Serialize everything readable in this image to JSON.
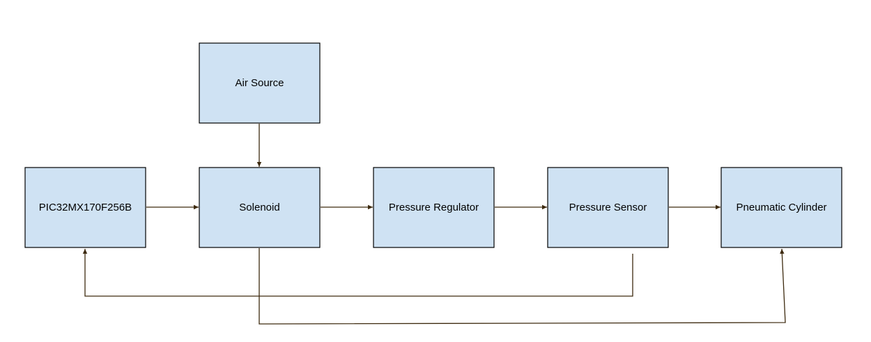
{
  "colors": {
    "block_fill": "#cfe2f3",
    "block_border": "#000000",
    "connector": "#3d2a0f",
    "background": "#ffffff"
  },
  "blocks": {
    "air_source": "Air Source",
    "pic": "PIC32MX170F256B",
    "solenoid": "Solenoid",
    "pressure_regulator": "Pressure Regulator",
    "pressure_sensor": "Pressure Sensor",
    "pneumatic_cylinder": "Pneumatic Cylinder"
  },
  "connections": [
    {
      "from": "air_source",
      "to": "solenoid"
    },
    {
      "from": "pic",
      "to": "solenoid"
    },
    {
      "from": "solenoid",
      "to": "pressure_regulator"
    },
    {
      "from": "pressure_regulator",
      "to": "pressure_sensor"
    },
    {
      "from": "pressure_sensor",
      "to": "pneumatic_cylinder"
    },
    {
      "from": "pressure_sensor",
      "to": "pic"
    },
    {
      "from": "solenoid",
      "to": "pneumatic_cylinder"
    }
  ]
}
